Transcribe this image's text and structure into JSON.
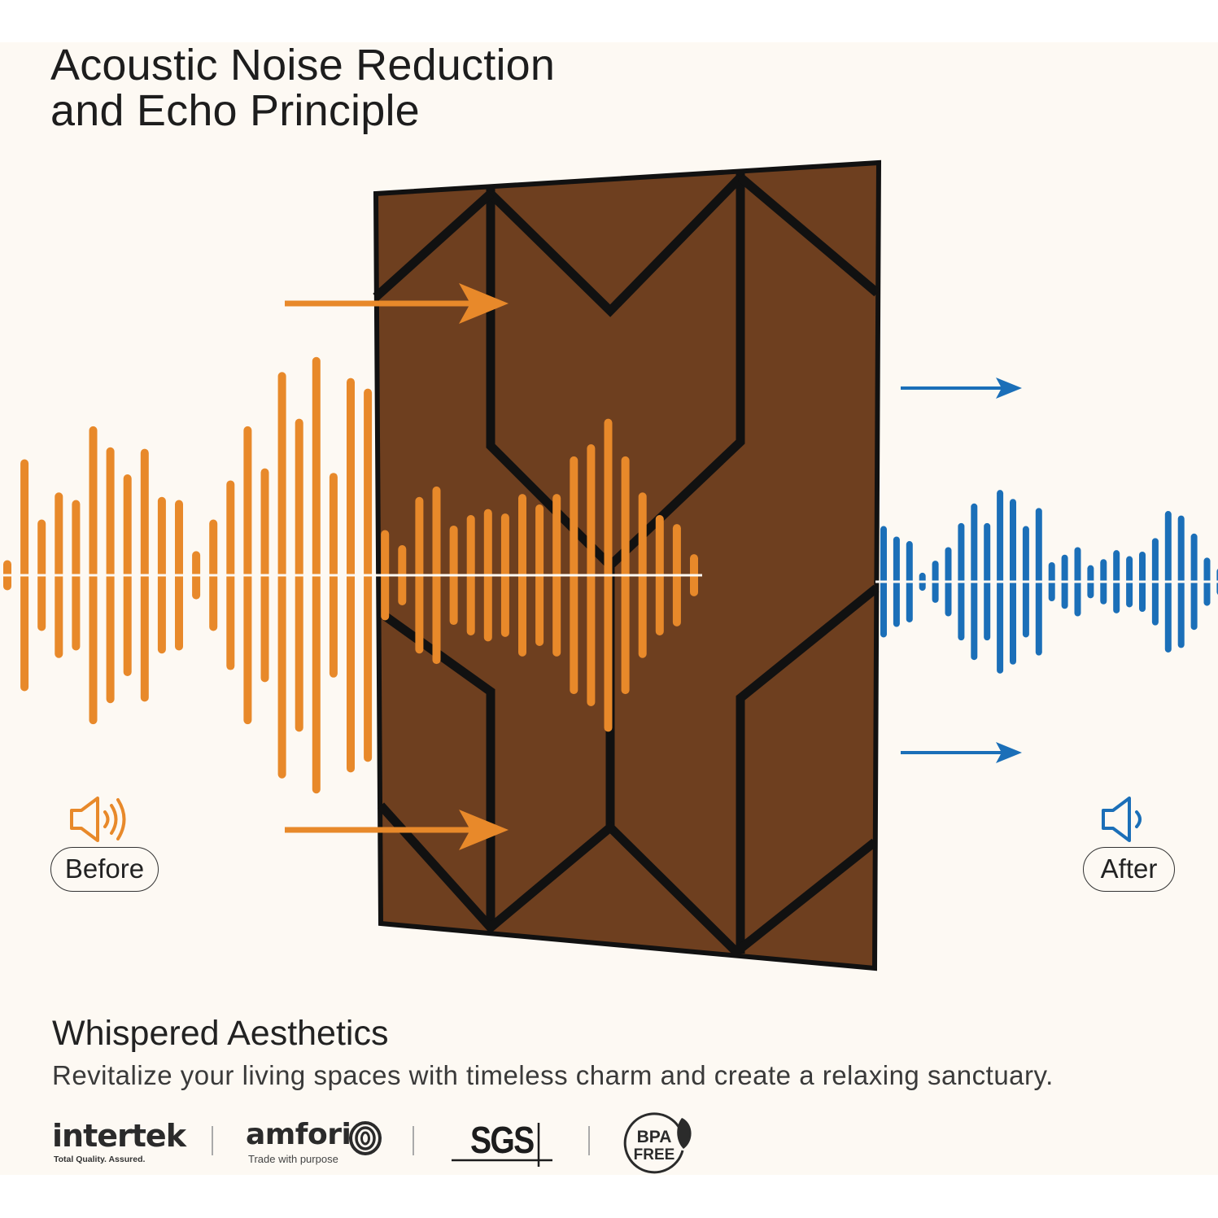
{
  "title": {
    "line1": "Acoustic Noise Reduction",
    "line2": "and Echo Principle"
  },
  "labels": {
    "before": "Before",
    "after": "After"
  },
  "section": {
    "heading": "Whispered Aesthetics",
    "description": "Revitalize your living spaces with timeless charm and create a relaxing sanctuary."
  },
  "certifications": [
    {
      "name": "intertek",
      "tagline": "Total Quality. Assured."
    },
    {
      "name": "amfori",
      "tagline": "Trade with purpose"
    },
    {
      "name": "SGS"
    },
    {
      "name": "BPA FREE",
      "line1": "BPA",
      "line2": "FREE"
    }
  ],
  "colors": {
    "background": "#fdf9f3",
    "panel": "#6e3f1f",
    "panel_lines": "#111111",
    "wave_before": "#e8892a",
    "wave_after": "#1b6fb8"
  },
  "icons": {
    "before": "speaker-loud-icon",
    "after": "speaker-quiet-icon"
  },
  "waveform": {
    "before_levels": [
      0.1,
      0.77,
      0.37,
      0.55,
      0.5,
      0.99,
      0.85,
      0.67,
      0.84,
      0.52,
      0.5,
      0.16,
      0.37,
      0.63,
      0.99,
      0.71,
      1.35,
      1.04,
      1.45,
      0.68,
      1.31,
      1.24,
      0.3,
      0.2,
      0.52,
      0.59,
      0.33,
      0.4,
      0.44,
      0.41,
      0.54,
      0.47,
      0.54,
      0.79,
      0.87,
      1.04,
      0.79,
      0.55,
      0.4,
      0.34,
      0.14
    ],
    "after_levels": [
      0.37,
      0.3,
      0.27,
      0.06,
      0.14,
      0.23,
      0.39,
      0.52,
      0.39,
      0.61,
      0.55,
      0.37,
      0.49,
      0.13,
      0.18,
      0.23,
      0.11,
      0.15,
      0.21,
      0.17,
      0.2,
      0.29,
      0.47,
      0.44,
      0.32,
      0.16,
      0.09
    ]
  }
}
